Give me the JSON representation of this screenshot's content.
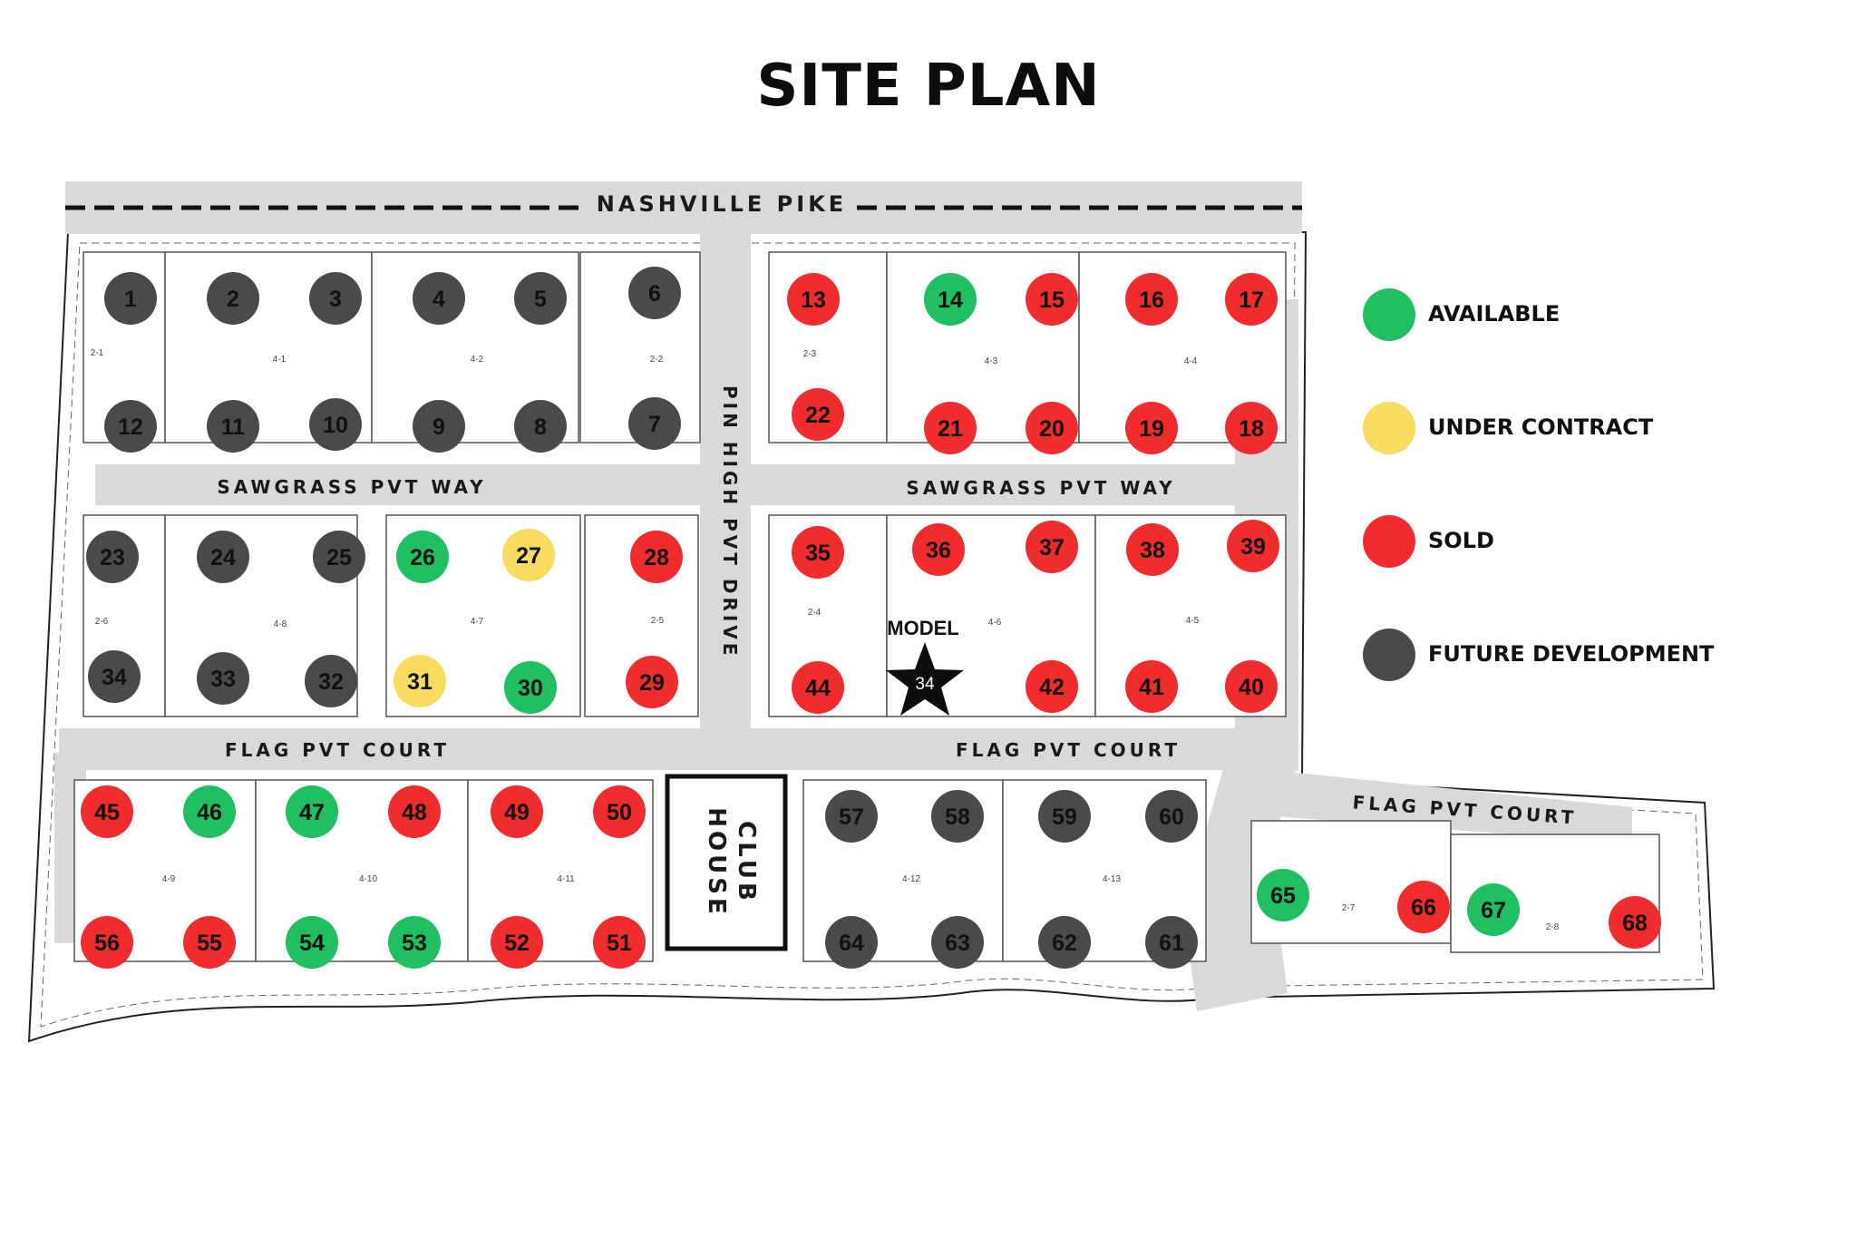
{
  "title": "SITE PLAN",
  "colors": {
    "available": "#1fbf62",
    "under_contract": "#f7dc5f",
    "sold": "#f02c2c",
    "future": "#4a4a4a",
    "road": "#d9d9d9"
  },
  "legend": [
    {
      "status": "available",
      "label": "AVAILABLE"
    },
    {
      "status": "under_contract",
      "label": "UNDER CONTRACT"
    },
    {
      "status": "sold",
      "label": "SOLD"
    },
    {
      "status": "future",
      "label": "FUTURE DEVELOPMENT"
    }
  ],
  "roads": {
    "nashville_pike": "NASHVILLE PIKE",
    "sawgrass_left": "SAWGRASS PVT WAY",
    "sawgrass_right": "SAWGRASS PVT WAY",
    "flag_left": "FLAG PVT COURT",
    "flag_right": "FLAG PVT COURT",
    "flag_east": "FLAG PVT COURT",
    "pin_high": "PIN HIGH PVT DRIVE"
  },
  "clubhouse": {
    "line1": "CLUB",
    "line2": "HOUSE"
  },
  "model": {
    "label": "MODEL",
    "lot": "34"
  },
  "building_labels": [
    "2-1",
    "4-1",
    "4-2",
    "2-2",
    "2-3",
    "4-3",
    "4-4",
    "2-6",
    "4-8",
    "4-7",
    "2-5",
    "2-4",
    "4-6",
    "4-5",
    "4-9",
    "4-10",
    "4-11",
    "4-12",
    "4-13",
    "2-7",
    "2-8"
  ],
  "lots": [
    {
      "n": "1",
      "s": "future"
    },
    {
      "n": "2",
      "s": "future"
    },
    {
      "n": "3",
      "s": "future"
    },
    {
      "n": "4",
      "s": "future"
    },
    {
      "n": "5",
      "s": "future"
    },
    {
      "n": "6",
      "s": "future"
    },
    {
      "n": "7",
      "s": "future"
    },
    {
      "n": "8",
      "s": "future"
    },
    {
      "n": "9",
      "s": "future"
    },
    {
      "n": "10",
      "s": "future"
    },
    {
      "n": "11",
      "s": "future"
    },
    {
      "n": "12",
      "s": "future"
    },
    {
      "n": "13",
      "s": "sold"
    },
    {
      "n": "14",
      "s": "available"
    },
    {
      "n": "15",
      "s": "sold"
    },
    {
      "n": "16",
      "s": "sold"
    },
    {
      "n": "17",
      "s": "sold"
    },
    {
      "n": "18",
      "s": "sold"
    },
    {
      "n": "19",
      "s": "sold"
    },
    {
      "n": "20",
      "s": "sold"
    },
    {
      "n": "21",
      "s": "sold"
    },
    {
      "n": "22",
      "s": "sold"
    },
    {
      "n": "23",
      "s": "future"
    },
    {
      "n": "24",
      "s": "future"
    },
    {
      "n": "25",
      "s": "future"
    },
    {
      "n": "26",
      "s": "available"
    },
    {
      "n": "27",
      "s": "under_contract"
    },
    {
      "n": "28",
      "s": "sold"
    },
    {
      "n": "29",
      "s": "sold"
    },
    {
      "n": "30",
      "s": "available"
    },
    {
      "n": "31",
      "s": "under_contract"
    },
    {
      "n": "32",
      "s": "future"
    },
    {
      "n": "33",
      "s": "future"
    },
    {
      "n": "34",
      "s": "future"
    },
    {
      "n": "35",
      "s": "sold"
    },
    {
      "n": "36",
      "s": "sold"
    },
    {
      "n": "37",
      "s": "sold"
    },
    {
      "n": "38",
      "s": "sold"
    },
    {
      "n": "39",
      "s": "sold"
    },
    {
      "n": "40",
      "s": "sold"
    },
    {
      "n": "41",
      "s": "sold"
    },
    {
      "n": "42",
      "s": "sold"
    },
    {
      "n": "44",
      "s": "sold"
    },
    {
      "n": "45",
      "s": "sold"
    },
    {
      "n": "46",
      "s": "available"
    },
    {
      "n": "47",
      "s": "available"
    },
    {
      "n": "48",
      "s": "sold"
    },
    {
      "n": "49",
      "s": "sold"
    },
    {
      "n": "50",
      "s": "sold"
    },
    {
      "n": "51",
      "s": "sold"
    },
    {
      "n": "52",
      "s": "sold"
    },
    {
      "n": "53",
      "s": "available"
    },
    {
      "n": "54",
      "s": "available"
    },
    {
      "n": "55",
      "s": "sold"
    },
    {
      "n": "56",
      "s": "sold"
    },
    {
      "n": "57",
      "s": "future"
    },
    {
      "n": "58",
      "s": "future"
    },
    {
      "n": "59",
      "s": "future"
    },
    {
      "n": "60",
      "s": "future"
    },
    {
      "n": "61",
      "s": "future"
    },
    {
      "n": "62",
      "s": "future"
    },
    {
      "n": "63",
      "s": "future"
    },
    {
      "n": "64",
      "s": "future"
    },
    {
      "n": "65",
      "s": "available"
    },
    {
      "n": "66",
      "s": "sold"
    },
    {
      "n": "67",
      "s": "available"
    },
    {
      "n": "68",
      "s": "sold"
    }
  ]
}
